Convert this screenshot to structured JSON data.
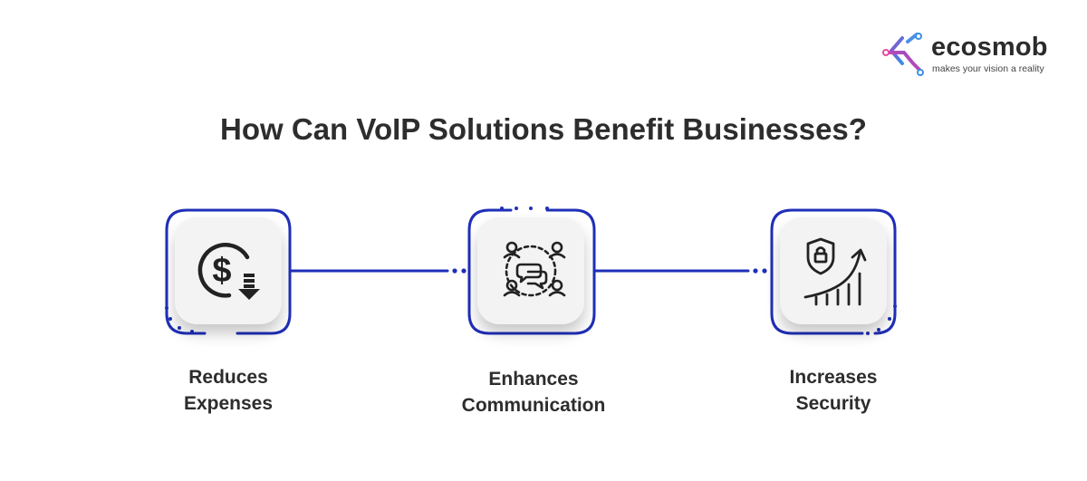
{
  "logo": {
    "name": "ecosmob",
    "tagline": "makes your vision a reality"
  },
  "title": "How Can VoIP Solutions Benefit Businesses?",
  "items": [
    {
      "line1": "Reduces",
      "line2": "Expenses",
      "icon": "dollar-down-icon"
    },
    {
      "line1": "Enhances",
      "line2": "Communication",
      "icon": "group-chat-icon"
    },
    {
      "line1": "Increases",
      "line2": "Security",
      "icon": "shield-growth-icon"
    }
  ],
  "colors": {
    "accent": "#1f2fb8",
    "tile": "#f3f3f3",
    "text": "#2d2d2d",
    "icon": "#222222"
  }
}
